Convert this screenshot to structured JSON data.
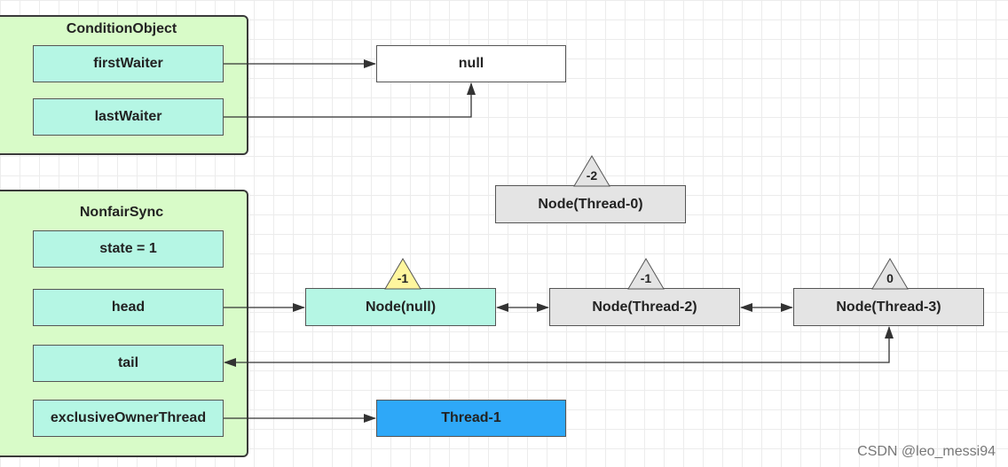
{
  "condition_object": {
    "title": "ConditionObject",
    "fields": [
      "firstWaiter",
      "lastWaiter"
    ]
  },
  "null_box": {
    "label": "null"
  },
  "nonfair_sync": {
    "title": "NonfairSync",
    "fields": [
      "state = 1",
      "head",
      "tail",
      "exclusiveOwnerThread"
    ]
  },
  "nodes": [
    {
      "label": "Node(Thread-0)",
      "status": "-2",
      "color": "#e4e4e4"
    },
    {
      "label": "Node(null)",
      "status": "-1",
      "color": "#b5f6e4",
      "status_color": "#fff69e"
    },
    {
      "label": "Node(Thread-2)",
      "status": "-1",
      "color": "#e4e4e4"
    },
    {
      "label": "Node(Thread-3)",
      "status": "0",
      "color": "#e4e4e4"
    }
  ],
  "owner_thread": {
    "label": "Thread-1",
    "color": "#2ea8f8"
  },
  "watermark": "CSDN @leo_messi94"
}
